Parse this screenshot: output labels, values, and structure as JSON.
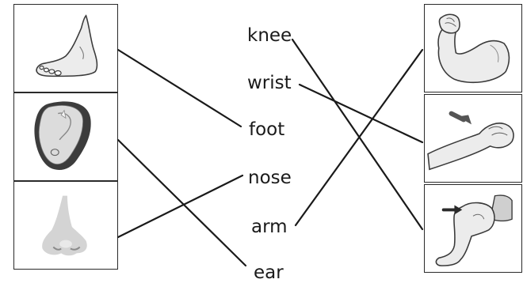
{
  "words": [
    {
      "label": "knee"
    },
    {
      "label": "wrist"
    },
    {
      "label": "foot"
    },
    {
      "label": "nose"
    },
    {
      "label": "arm"
    },
    {
      "label": "ear"
    }
  ],
  "left_pictures": [
    "foot-picture",
    "ear-picture",
    "nose-picture"
  ],
  "right_pictures": [
    "arm-picture",
    "wrist-picture",
    "knee-picture"
  ],
  "matches": [
    {
      "picture": "foot-picture",
      "word": "foot"
    },
    {
      "picture": "ear-picture",
      "word": "ear"
    },
    {
      "picture": "nose-picture",
      "word": "nose"
    },
    {
      "word": "knee",
      "picture": "knee-picture"
    },
    {
      "word": "wrist",
      "picture": "wrist-picture"
    },
    {
      "word": "arm",
      "picture": "arm-picture"
    }
  ],
  "colors": {
    "line": "#1a1a1a",
    "skin": "#ededed",
    "outline": "#3a3a3a",
    "ear_dark": "#3c3c3c",
    "arrow": "#555555"
  }
}
